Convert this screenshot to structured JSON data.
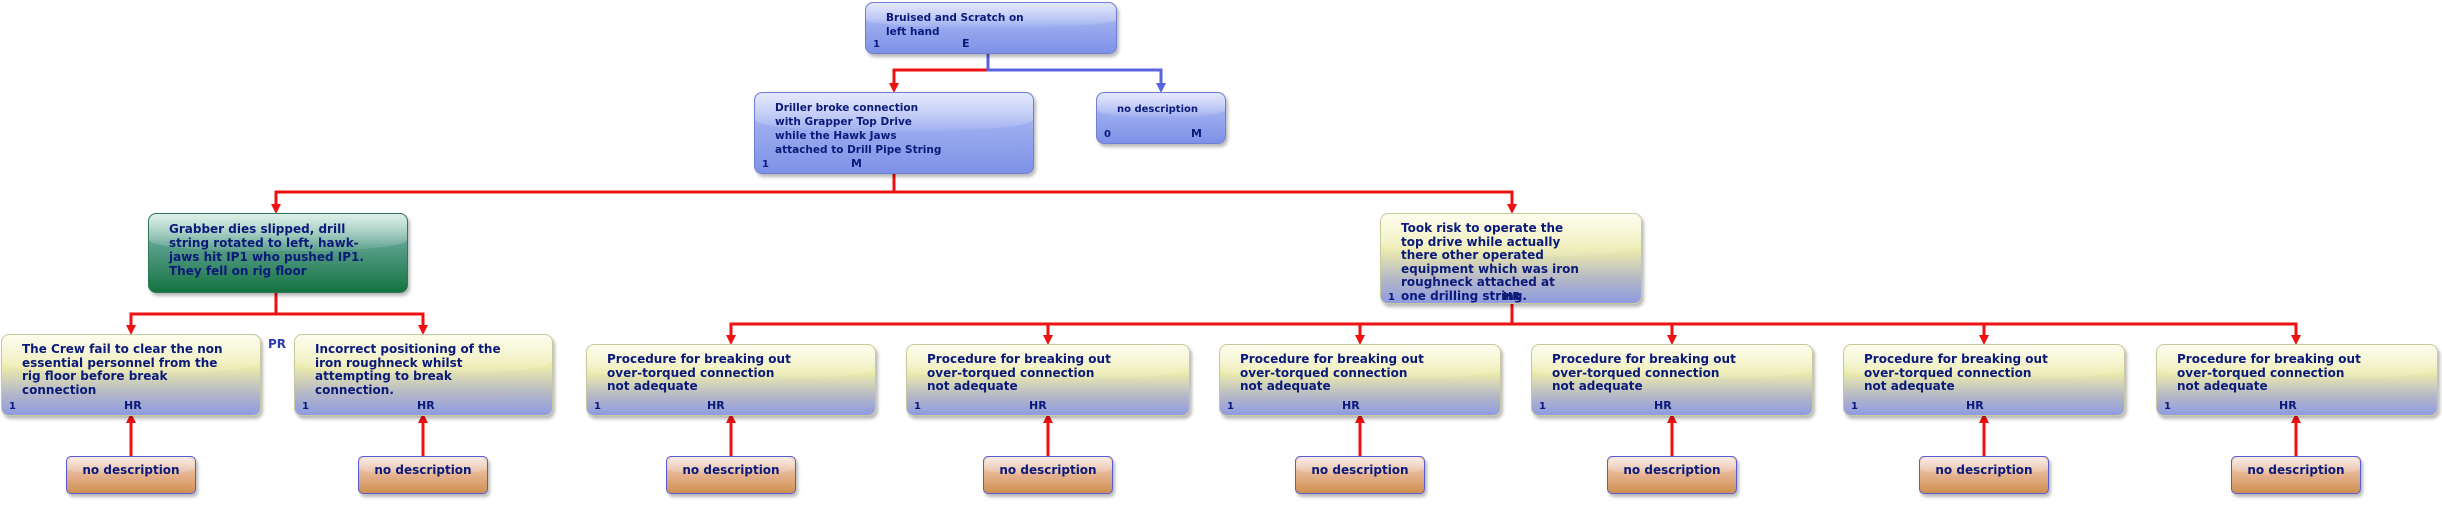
{
  "colors": {
    "connector_primary": "#ee1111",
    "connector_secondary": "#5a63e0"
  },
  "nodes": {
    "root": {
      "label": "Bruised and Scratch on left hand",
      "index": "1",
      "code": "E"
    },
    "cause": {
      "label": "Driller broke connection with Grapper Top Drive while the Hawk Jaws attached to Drill Pipe String",
      "index": "1",
      "code": "M"
    },
    "side": {
      "label": "no description",
      "index": "0",
      "code": "M"
    },
    "grabber": {
      "label": "Grabber dies slipped, drill string rotated to left, hawk-jaws hit IP1 who pushed IP1. They fell on rig floor"
    },
    "risk": {
      "label": "Took risk to operate the top drive while actually there other operated equipment which was iron roughneck attached at one drilling string.",
      "index": "1",
      "code": "HR"
    },
    "crew": {
      "label": "The Crew fail to clear the non essential personnel from the rig floor before break connection",
      "index": "1",
      "code": "HR",
      "annotation": "PR"
    },
    "iron": {
      "label": "Incorrect positioning of the iron roughneck whilst attempting to break connection.",
      "index": "1",
      "code": "HR"
    },
    "proc": [
      {
        "label": "Procedure for breaking out over-torqued connection not adequate",
        "index": "1",
        "code": "HR"
      },
      {
        "label": "Procedure for breaking out over-torqued connection not adequate",
        "index": "1",
        "code": "HR"
      },
      {
        "label": "Procedure for breaking out over-torqued connection not adequate",
        "index": "1",
        "code": "HR"
      },
      {
        "label": "Procedure for breaking out over-torqued connection not adequate",
        "index": "1",
        "code": "HR"
      },
      {
        "label": "Procedure for breaking out over-torqued connection not adequate",
        "index": "1",
        "code": "HR"
      },
      {
        "label": "Procedure for breaking out over-torqued connection not adequate",
        "index": "1",
        "code": "HR"
      }
    ],
    "leaf": [
      {
        "label": "no description"
      },
      {
        "label": "no description"
      },
      {
        "label": "no description"
      },
      {
        "label": "no description"
      },
      {
        "label": "no description"
      },
      {
        "label": "no description"
      },
      {
        "label": "no description"
      },
      {
        "label": "no description"
      }
    ]
  }
}
